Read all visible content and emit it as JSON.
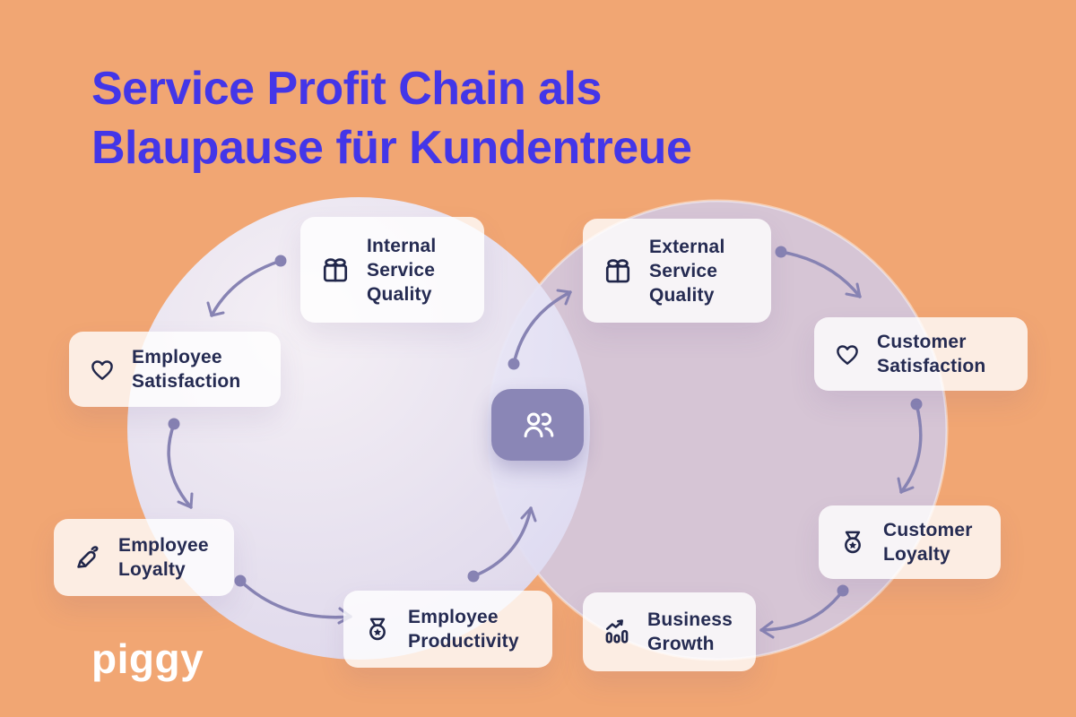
{
  "title": {
    "line1": "Service Profit Chain als",
    "line2": "Blaupause für Kundentreue"
  },
  "logo": {
    "text": "piggy"
  },
  "colors": {
    "background": "#f1a673",
    "title": "#4336e8",
    "arrow": "#8783b3",
    "card_text": "#252b52",
    "card_bg": "rgba(255,255,255,0.8)",
    "center_box": "#8a86b6",
    "circle_left": "#e7e5f6",
    "circle_right": "#cfccea"
  },
  "diagram": {
    "center": {
      "icon": "team-icon"
    },
    "cards": [
      {
        "id": "internal-service-quality",
        "icon": "gift-icon",
        "lines": [
          "Internal",
          "Service",
          "Quality"
        ]
      },
      {
        "id": "external-service-quality",
        "icon": "gift-icon",
        "lines": [
          "External",
          "Service",
          "Quality"
        ]
      },
      {
        "id": "employee-satisfaction",
        "icon": "heart-icon",
        "lines": [
          "Employee",
          "Satisfaction"
        ]
      },
      {
        "id": "customer-satisfaction",
        "icon": "heart-icon",
        "lines": [
          "Customer",
          "Satisfaction"
        ]
      },
      {
        "id": "employee-loyalty",
        "icon": "pen-icon",
        "lines": [
          "Employee",
          "Loyalty"
        ]
      },
      {
        "id": "customer-loyalty",
        "icon": "medal-icon",
        "lines": [
          "Customer",
          "Loyalty"
        ]
      },
      {
        "id": "employee-productivity",
        "icon": "medal-icon",
        "lines": [
          "Employee",
          "Productivity"
        ]
      },
      {
        "id": "business-growth",
        "icon": "growth-chart-icon",
        "lines": [
          "Business",
          "Growth"
        ]
      }
    ]
  }
}
